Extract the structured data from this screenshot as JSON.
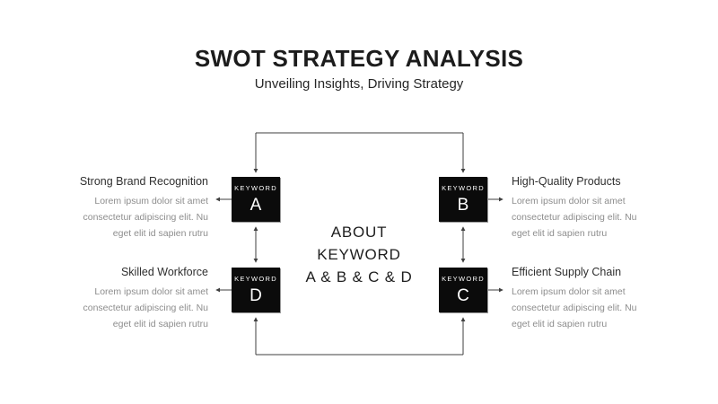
{
  "slide": {
    "title": "SWOT STRATEGY ANALYSIS",
    "subtitle": "Unveiling Insights, Driving Strategy"
  },
  "center_label": {
    "line1": "ABOUT",
    "line2": "KEYWORD",
    "line3": "A & B & C & D"
  },
  "keyword_boxes": {
    "a": {
      "tag": "KEYWORD",
      "letter": "A"
    },
    "b": {
      "tag": "KEYWORD",
      "letter": "B"
    },
    "d": {
      "tag": "KEYWORD",
      "letter": "D"
    },
    "c": {
      "tag": "KEYWORD",
      "letter": "C"
    }
  },
  "items": [
    {
      "heading": "Strong Brand Recognition",
      "lines": [
        "Lorem ipsum dolor sit amet",
        "consectetur adipiscing elit. Nu",
        "eget elit id sapien rutru"
      ]
    },
    {
      "heading": "High-Quality Products",
      "lines": [
        "Lorem ipsum dolor sit amet",
        "consectetur adipiscing elit. Nu",
        "eget elit id sapien rutru"
      ]
    },
    {
      "heading": "Skilled Workforce",
      "lines": [
        "Lorem ipsum dolor sit amet",
        "consectetur adipiscing elit. Nu",
        "eget elit id sapien rutru"
      ]
    },
    {
      "heading": "Efficient Supply Chain",
      "lines": [
        "Lorem ipsum dolor sit amet",
        "consectetur adipiscing elit. Nu",
        "eget elit id sapien rutru"
      ]
    }
  ],
  "colors": {
    "background": "#ffffff",
    "box_fill": "#0b0b0b",
    "box_text": "#ffffff",
    "title_text": "#1c1c1c",
    "heading_text": "#2f2f2f",
    "body_text": "#8d8d8d",
    "connector_line": "#3f3f3f"
  }
}
